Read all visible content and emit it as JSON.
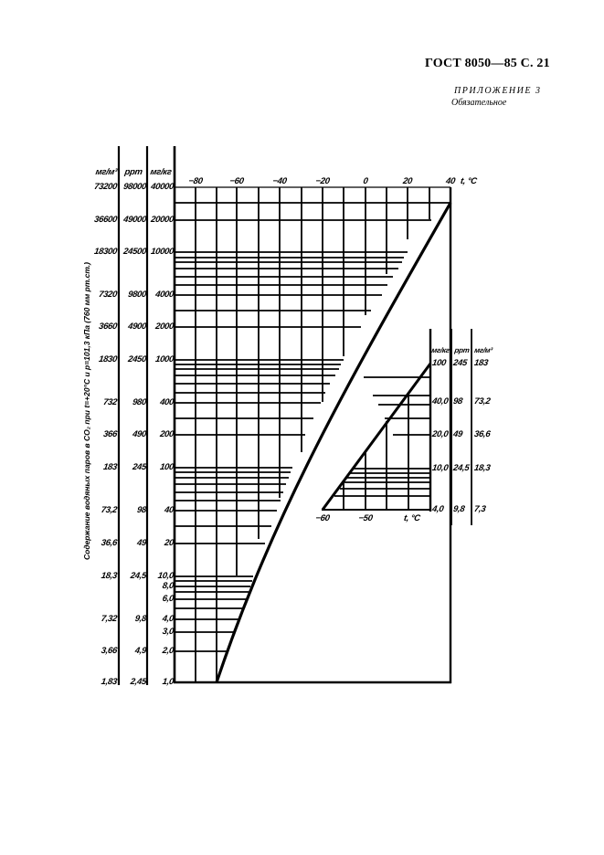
{
  "header": {
    "standard": "ГОСТ 8050—85 С. 21",
    "appendix": "ПРИЛОЖЕНИЕ 3",
    "status": "Обязательное"
  },
  "main_chart": {
    "y_axis_title": "Содержание водяных паров в CO₂ при t=+20°C и p=101,3 кПа (760 мм рт.ст.)",
    "column_headers": [
      "мг/м³",
      "ppm",
      "мг/кг"
    ],
    "x_axis_label": "t, °C",
    "x_ticks": [
      "−80",
      "−60",
      "−40",
      "−20",
      "0",
      "20",
      "40"
    ],
    "rows": [
      {
        "mgm3": "73200",
        "ppm": "98000",
        "mgkg": "40000"
      },
      {
        "mgm3": "36600",
        "ppm": "49000",
        "mgkg": "20000"
      },
      {
        "mgm3": "18300",
        "ppm": "24500",
        "mgkg": "10000"
      },
      {
        "mgm3": "7320",
        "ppm": "9800",
        "mgkg": "4000"
      },
      {
        "mgm3": "3660",
        "ppm": "4900",
        "mgkg": "2000"
      },
      {
        "mgm3": "1830",
        "ppm": "2450",
        "mgkg": "1000"
      },
      {
        "mgm3": "732",
        "ppm": "980",
        "mgkg": "400"
      },
      {
        "mgm3": "366",
        "ppm": "490",
        "mgkg": "200"
      },
      {
        "mgm3": "183",
        "ppm": "245",
        "mgkg": "100"
      },
      {
        "mgm3": "73,2",
        "ppm": "98",
        "mgkg": "40"
      },
      {
        "mgm3": "36,6",
        "ppm": "49",
        "mgkg": "20"
      },
      {
        "mgm3": "18,3",
        "ppm": "24,5",
        "mgkg": "10,0"
      },
      {
        "mgm3": "",
        "ppm": "",
        "mgkg": "8,0"
      },
      {
        "mgm3": "",
        "ppm": "",
        "mgkg": "6,0"
      },
      {
        "mgm3": "7,32",
        "ppm": "9,8",
        "mgkg": "4,0"
      },
      {
        "mgm3": "",
        "ppm": "",
        "mgkg": "3,0"
      },
      {
        "mgm3": "3,66",
        "ppm": "4,9",
        "mgkg": "2,0"
      },
      {
        "mgm3": "1,83",
        "ppm": "2,45",
        "mgkg": "1,0"
      }
    ]
  },
  "inset_chart": {
    "column_headers": [
      "мг/кг",
      "ppm",
      "мг/м³"
    ],
    "x_axis_label": "t, °C",
    "x_ticks": [
      "−60",
      "−50"
    ],
    "rows": [
      {
        "mgkg": "100",
        "ppm": "245",
        "mgm3": "183"
      },
      {
        "mgkg": "40,0",
        "ppm": "98",
        "mgm3": "73,2"
      },
      {
        "mgkg": "20,0",
        "ppm": "49",
        "mgm3": "36,6"
      },
      {
        "mgkg": "10,0",
        "ppm": "24,5",
        "mgm3": "18,3"
      },
      {
        "mgkg": "4,0",
        "ppm": "9,8",
        "mgm3": "7,3"
      }
    ]
  },
  "chart_data": [
    {
      "type": "line",
      "title": "Содержание водяных паров в CO₂ в зависимости от температуры точки росы",
      "xlabel": "t, °C",
      "ylabel": "Содержание водяных паров в CO₂ при t=+20°C и p=101,3 кПа (760 мм рт.ст.), мг/кг",
      "x_scale": "linear",
      "y_scale": "log",
      "xlim": [
        -90,
        40
      ],
      "ylim": [
        1,
        40000
      ],
      "grid": true,
      "x_ticks": [
        -80,
        -60,
        -40,
        -20,
        0,
        20,
        40
      ],
      "y_ticks_mgkg": [
        1,
        2,
        3,
        4,
        6,
        8,
        10,
        20,
        40,
        100,
        200,
        400,
        1000,
        2000,
        4000,
        10000,
        20000,
        40000
      ],
      "series": [
        {
          "name": "мг/кг",
          "x": [
            -70,
            -60,
            -50,
            -40,
            -30,
            -20,
            -10,
            0,
            10,
            20,
            30,
            40
          ],
          "y": [
            1,
            3.2,
            10,
            28,
            75,
            200,
            500,
            1150,
            2600,
            5600,
            11500,
            30000
          ]
        }
      ],
      "secondary_axes": {
        "ppm": [
          2.45,
          4.9,
          9.8,
          24.5,
          49,
          98,
          245,
          490,
          980,
          2450,
          4900,
          9800,
          24500,
          49000,
          98000
        ],
        "mg_m3": [
          1.83,
          3.66,
          7.32,
          18.3,
          36.6,
          73.2,
          183,
          366,
          732,
          1830,
          3660,
          7320,
          18300,
          36600,
          73200
        ]
      }
    },
    {
      "type": "line",
      "title": "Inset (expanded range −60…−40 °C)",
      "xlabel": "t, °C",
      "ylabel": "мг/кг",
      "y_scale": "log",
      "xlim": [
        -60,
        -35
      ],
      "ylim": [
        4,
        100
      ],
      "x_ticks": [
        -60,
        -50
      ],
      "y_ticks": [
        4.0,
        10.0,
        20.0,
        40.0,
        100
      ],
      "series": [
        {
          "name": "мг/кг",
          "x": [
            -60,
            -55,
            -50,
            -45,
            -40,
            -35
          ],
          "y": [
            4,
            7.5,
            14,
            26,
            50,
            100
          ]
        }
      ]
    }
  ]
}
